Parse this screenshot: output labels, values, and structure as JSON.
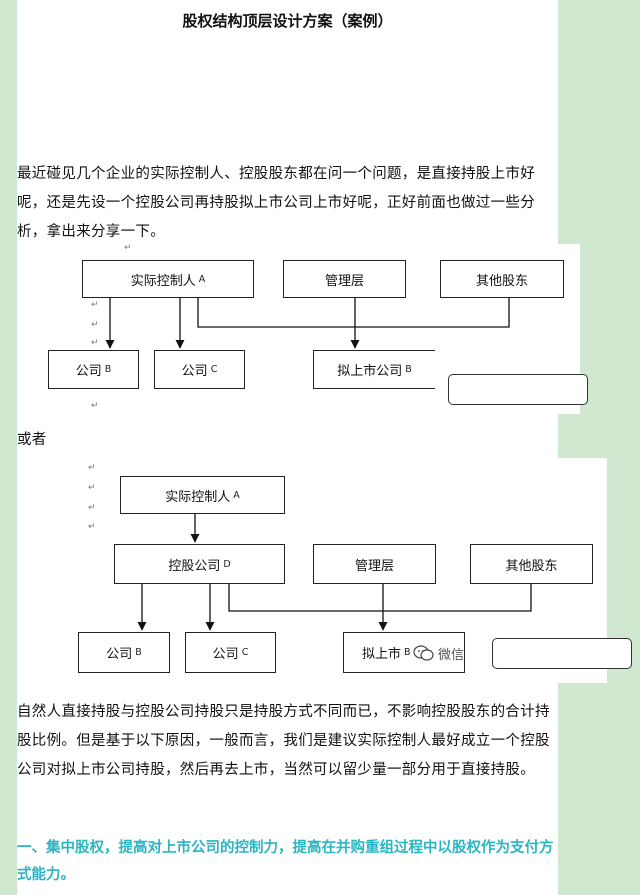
{
  "document": {
    "title": "股权结构顶层设计方案（案例）",
    "paragraphs": [
      "最近碰见几个企业的实际控制人、控股股东都在问一个问题，是直接持股上市好呢，还是先设一个控股公司再持股拟上市公司上市好呢，正好前面也做过一些分析，拿出来分享一下。",
      "自然人直接持股与控股公司持股只是持股方式不同而已，不影响控股股东的合计持股比例。但是基于以下原因，一般而言，我们是建议实际控制人最好成立一个控股公司对拟上市公司持股，然后再去上市，当然可以留少量一部分用于直接持股。"
    ],
    "separator": "或者",
    "heading": "一、集中股权，提高对上市公司的控制力，提高在并购重组过程中以股权作为支付方式能力。"
  },
  "paragraph_mark": "↵",
  "diagram1": {
    "controller": {
      "name": "实际控制人",
      "code": "A"
    },
    "management": "管理层",
    "other_shareholders": "其他股东",
    "company_b": {
      "name": "公司",
      "code": "B"
    },
    "company_c": {
      "name": "公司",
      "code": "C"
    },
    "listing_company": {
      "name": "拟上市公司",
      "code": "B"
    }
  },
  "diagram2": {
    "controller": {
      "name": "实际控制人",
      "code": "A"
    },
    "holding": {
      "name": "控股公司",
      "code": "D"
    },
    "management": "管理层",
    "other_shareholders": "其他股东",
    "company_b": {
      "name": "公司",
      "code": "B"
    },
    "company_c": {
      "name": "公司",
      "code": "C"
    },
    "listing_company": {
      "name": "拟上市",
      "code": "B"
    },
    "watermark": "微信"
  }
}
